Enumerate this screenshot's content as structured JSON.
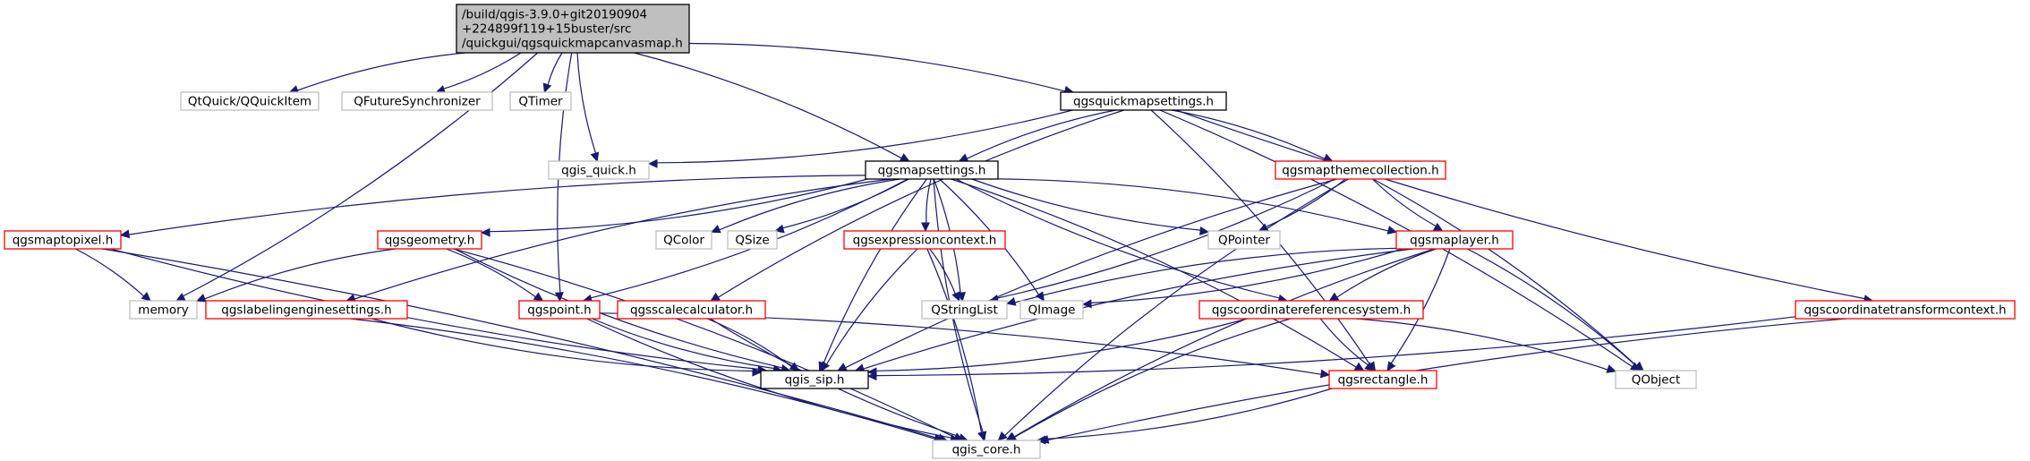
{
  "colors": {
    "edge": "#191970",
    "root_fill": "#bfbfbf",
    "border_black": "#000000",
    "border_red": "#ff0000",
    "border_gray": "#bfbfbf",
    "node_fill": "#ffffff"
  },
  "nodes": [
    {
      "id": "root",
      "lines": [
        "/build/qgis-3.9.0+git20190904",
        "+224899f119+15buster/src",
        "/quickgui/qgsquickmapcanvasmap.h"
      ],
      "style": "root"
    },
    {
      "id": "qquickitem",
      "lines": [
        "QtQuick/QQuickItem"
      ],
      "style": "gray"
    },
    {
      "id": "qfuturesync",
      "lines": [
        "QFutureSynchronizer"
      ],
      "style": "gray"
    },
    {
      "id": "qtimer",
      "lines": [
        "QTimer"
      ],
      "style": "gray"
    },
    {
      "id": "quickmapsettings",
      "lines": [
        "qgsquickmapsettings.h"
      ],
      "style": "black"
    },
    {
      "id": "qgisquick",
      "lines": [
        "qgis_quick.h"
      ],
      "style": "gray"
    },
    {
      "id": "mapsettings",
      "lines": [
        "qgsmapsettings.h"
      ],
      "style": "black"
    },
    {
      "id": "themecollection",
      "lines": [
        "qgsmapthemecollection.h"
      ],
      "style": "red"
    },
    {
      "id": "maptopixel",
      "lines": [
        "qgsmaptopixel.h"
      ],
      "style": "red"
    },
    {
      "id": "geometry",
      "lines": [
        "qgsgeometry.h"
      ],
      "style": "red"
    },
    {
      "id": "qcolor",
      "lines": [
        "QColor"
      ],
      "style": "gray"
    },
    {
      "id": "qsize",
      "lines": [
        "QSize"
      ],
      "style": "gray"
    },
    {
      "id": "exprcontext",
      "lines": [
        "qgsexpressioncontext.h"
      ],
      "style": "red"
    },
    {
      "id": "qpointer",
      "lines": [
        "QPointer"
      ],
      "style": "gray"
    },
    {
      "id": "maplayer",
      "lines": [
        "qgsmaplayer.h"
      ],
      "style": "red"
    },
    {
      "id": "memory",
      "lines": [
        "memory"
      ],
      "style": "gray"
    },
    {
      "id": "labeling",
      "lines": [
        "qgslabelingenginesettings.h"
      ],
      "style": "red"
    },
    {
      "id": "point",
      "lines": [
        "qgspoint.h"
      ],
      "style": "red"
    },
    {
      "id": "scalecalc",
      "lines": [
        "qgsscalecalculator.h"
      ],
      "style": "red"
    },
    {
      "id": "qstringlist",
      "lines": [
        "QStringList"
      ],
      "style": "gray"
    },
    {
      "id": "qimage",
      "lines": [
        "QImage"
      ],
      "style": "gray"
    },
    {
      "id": "crs",
      "lines": [
        "qgscoordinatereferencesystem.h"
      ],
      "style": "red"
    },
    {
      "id": "ctcontext",
      "lines": [
        "qgscoordinatetransformcontext.h"
      ],
      "style": "red"
    },
    {
      "id": "qgissip",
      "lines": [
        "qgis_sip.h"
      ],
      "style": "black"
    },
    {
      "id": "rectangle",
      "lines": [
        "qgsrectangle.h"
      ],
      "style": "red"
    },
    {
      "id": "qobject",
      "lines": [
        "QObject"
      ],
      "style": "gray"
    },
    {
      "id": "qgiscore",
      "lines": [
        "qgis_core.h"
      ],
      "style": "gray"
    }
  ],
  "edges": [
    [
      "root",
      "memory"
    ],
    [
      "root",
      "qquickitem"
    ],
    [
      "root",
      "qfuturesync"
    ],
    [
      "root",
      "qtimer"
    ],
    [
      "root",
      "quickmapsettings"
    ],
    [
      "root",
      "qgisquick"
    ],
    [
      "root",
      "mapsettings"
    ],
    [
      "root",
      "point"
    ],
    [
      "quickmapsettings",
      "qgisquick"
    ],
    [
      "quickmapsettings",
      "mapsettings"
    ],
    [
      "quickmapsettings",
      "themecollection"
    ],
    [
      "quickmapsettings",
      "scalecalc"
    ],
    [
      "quickmapsettings",
      "rectangle"
    ],
    [
      "quickmapsettings",
      "ctcontext"
    ],
    [
      "quickmapsettings",
      "qobject"
    ],
    [
      "mapsettings",
      "maptopixel"
    ],
    [
      "mapsettings",
      "geometry"
    ],
    [
      "mapsettings",
      "labeling"
    ],
    [
      "mapsettings",
      "point"
    ],
    [
      "mapsettings",
      "qcolor"
    ],
    [
      "mapsettings",
      "qsize"
    ],
    [
      "mapsettings",
      "exprcontext"
    ],
    [
      "mapsettings",
      "qstringlist"
    ],
    [
      "mapsettings",
      "qgissip"
    ],
    [
      "mapsettings",
      "qimage"
    ],
    [
      "mapsettings",
      "crs"
    ],
    [
      "mapsettings",
      "rectangle"
    ],
    [
      "mapsettings",
      "qpointer"
    ],
    [
      "mapsettings",
      "maplayer"
    ],
    [
      "mapsettings",
      "qgiscore"
    ],
    [
      "themecollection",
      "qpointer"
    ],
    [
      "themecollection",
      "maplayer"
    ],
    [
      "themecollection",
      "qstringlist"
    ],
    [
      "themecollection",
      "qgissip"
    ],
    [
      "themecollection",
      "qobject"
    ],
    [
      "themecollection",
      "qgiscore"
    ],
    [
      "maptopixel",
      "memory"
    ],
    [
      "maptopixel",
      "qgissip"
    ],
    [
      "maptopixel",
      "qgiscore"
    ],
    [
      "geometry",
      "memory"
    ],
    [
      "geometry",
      "point"
    ],
    [
      "geometry",
      "qgissip"
    ],
    [
      "geometry",
      "qgiscore"
    ],
    [
      "labeling",
      "qgissip"
    ],
    [
      "labeling",
      "qgiscore"
    ],
    [
      "point",
      "qgissip"
    ],
    [
      "point",
      "rectangle"
    ],
    [
      "point",
      "qgiscore"
    ],
    [
      "scalecalc",
      "qgissip"
    ],
    [
      "scalecalc",
      "qgiscore"
    ],
    [
      "exprcontext",
      "qstringlist"
    ],
    [
      "exprcontext",
      "qgissip"
    ],
    [
      "exprcontext",
      "qgiscore"
    ],
    [
      "maplayer",
      "qstringlist"
    ],
    [
      "maplayer",
      "qimage"
    ],
    [
      "maplayer",
      "crs"
    ],
    [
      "maplayer",
      "rectangle"
    ],
    [
      "maplayer",
      "qgissip"
    ],
    [
      "maplayer",
      "qobject"
    ],
    [
      "maplayer",
      "qgiscore"
    ],
    [
      "crs",
      "qgissip"
    ],
    [
      "crs",
      "rectangle"
    ],
    [
      "crs",
      "qobject"
    ],
    [
      "crs",
      "qgiscore"
    ],
    [
      "ctcontext",
      "qgissip"
    ],
    [
      "ctcontext",
      "qgiscore"
    ],
    [
      "rectangle",
      "qgiscore"
    ]
  ]
}
